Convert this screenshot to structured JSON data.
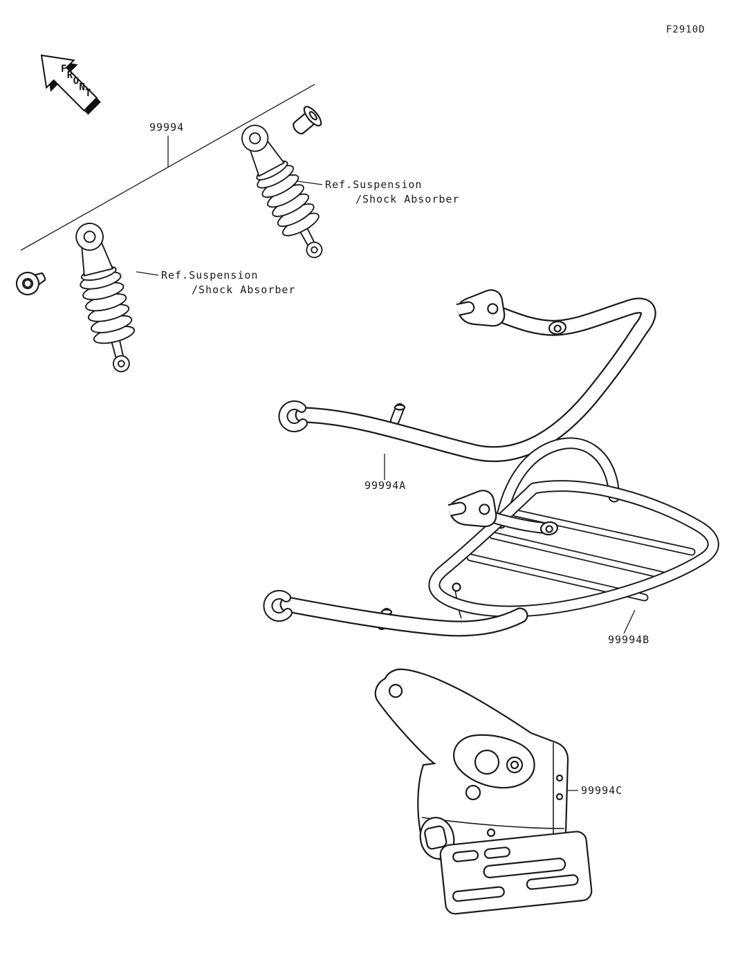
{
  "diagram": {
    "doc_code": "F2910D",
    "front_arrow_label": "FRONT",
    "callouts": {
      "main": "99994",
      "a": "99994A",
      "b": "99994B",
      "c": "99994C"
    },
    "references": {
      "upper": {
        "line1": "Ref.Suspension",
        "line2": "/Shock Absorber"
      },
      "lower": {
        "line1": "Ref.Suspension",
        "line2": "/Shock Absorber"
      }
    },
    "colors": {
      "line": "#1a1a1a",
      "background": "#ffffff"
    }
  }
}
